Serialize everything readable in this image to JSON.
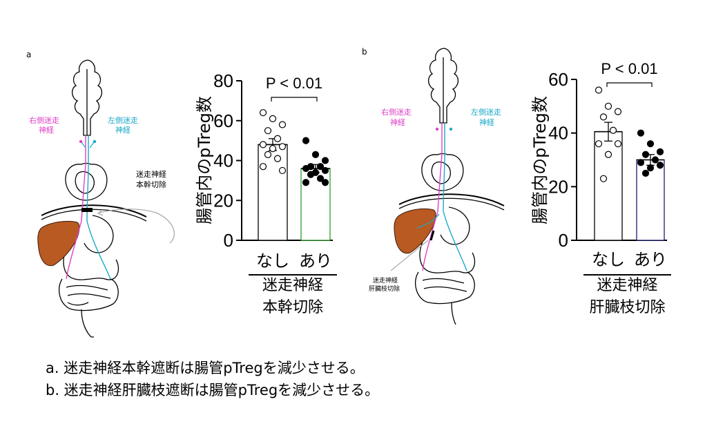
{
  "panel_labels": [
    "a",
    "b"
  ],
  "anatomy": {
    "a": {
      "right_vagus": [
        "右側迷走",
        "神経"
      ],
      "left_vagus": [
        "左側迷走",
        "神経"
      ],
      "cut_label": [
        "迷走神経",
        "本幹切除"
      ]
    },
    "b": {
      "right_vagus": [
        "右側迷走",
        "神経"
      ],
      "left_vagus": [
        "左側迷走",
        "神経"
      ],
      "cut_label": [
        "迷走神経",
        "肝臓枝切除"
      ]
    }
  },
  "colors": {
    "right_vagus": "#e040c8",
    "left_vagus": "#1aa8c8",
    "liver": "#b85a22",
    "sham_bar": "#000000",
    "treated_bar_a": "#2a9a2a",
    "treated_bar_b": "#1a1a70"
  },
  "chart_data": [
    {
      "type": "bar",
      "ylabel": "腸管内のpTreg数",
      "ylim": [
        0,
        80
      ],
      "yticks": [
        0,
        20,
        40,
        60,
        80
      ],
      "categories": [
        "なし",
        "あり"
      ],
      "group_label": [
        "迷走神経",
        "本幹切除"
      ],
      "significance": "P < 0.01",
      "means": [
        48,
        36
      ],
      "sem": [
        3,
        2
      ],
      "points": [
        [
          64,
          61,
          58,
          55,
          51,
          48,
          47,
          46,
          43,
          41,
          37,
          35
        ],
        [
          50,
          43,
          40,
          37,
          37,
          36,
          35,
          34,
          33,
          31,
          29,
          29
        ]
      ]
    },
    {
      "type": "bar",
      "ylabel": "腸管内のpTreg数",
      "ylim": [
        0,
        60
      ],
      "yticks": [
        0,
        20,
        40,
        60
      ],
      "categories": [
        "なし",
        "あり"
      ],
      "group_label": [
        "迷走神経",
        "肝臓枝切除"
      ],
      "significance": "P < 0.01",
      "means": [
        40.5,
        30
      ],
      "sem": [
        3.5,
        2
      ],
      "points": [
        [
          56,
          50,
          48,
          46,
          41,
          36,
          36,
          32,
          23
        ],
        [
          40,
          36,
          33,
          32,
          30,
          29,
          28,
          27,
          25
        ]
      ]
    }
  ],
  "captions": [
    "a. 迷走神経本幹遮断は腸管pTregを減少させる。",
    "b. 迷走神経肝臓枝遮断は腸管pTregを減少させる。"
  ]
}
